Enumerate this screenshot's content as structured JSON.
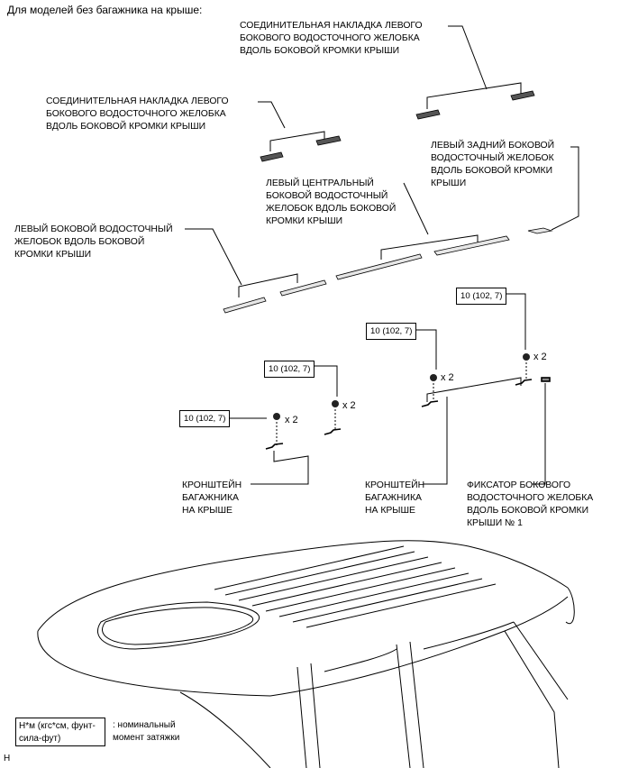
{
  "heading": "Для моделей без багажника на крыше:",
  "labels": {
    "joint_cover_upper": "СОЕДИНИТЕЛЬНАЯ НАКЛАДКА ЛЕВОГО\nБОКОВОГО ВОДОСТОЧНОГО ЖЕЛОБКА\nВДОЛЬ БОКОВОЙ КРОМКИ КРЫШИ",
    "joint_cover_lower": "СОЕДИНИТЕЛЬНАЯ НАКЛАДКА ЛЕВОГО\nБОКОВОГО ВОДОСТОЧНОГО ЖЕЛОБКА\nВДОЛЬ БОКОВОЙ КРОМКИ КРЫШИ",
    "rear_gutter": "ЛЕВЫЙ ЗАДНИЙ БОКОВОЙ\nВОДОСТОЧНЫЙ ЖЕЛОБОК\nВДОЛЬ БОКОВОЙ КРОМКИ\nКРЫШИ",
    "center_gutter": "ЛЕВЫЙ ЦЕНТРАЛЬНЫЙ\nБОКОВОЙ ВОДОСТОЧНЫЙ\nЖЕЛОБОК ВДОЛЬ БОКОВОЙ\nКРОМКИ КРЫШИ",
    "side_gutter": "ЛЕВЫЙ БОКОВОЙ ВОДОСТОЧНЫЙ\nЖЕЛОБОК ВДОЛЬ БОКОВОЙ\nКРОМКИ КРЫШИ",
    "bracket_left": "КРОНШТЕЙН\nБАГАЖНИКА\nНА КРЫШЕ",
    "bracket_right": "КРОНШТЕЙН\nБАГАЖНИКА\nНА КРЫШЕ",
    "retainer": "ФИКСАТОР БОКОВОГО\nВОДОСТОЧНОГО ЖЕЛОБКА\nВДОЛЬ БОКОВОЙ КРОМКИ\nКРЫШИ № 1"
  },
  "torque": {
    "t1": "10 (102, 7)",
    "t2": "10 (102, 7)",
    "t3": "10 (102, 7)",
    "t4": "10 (102, 7)"
  },
  "quantity": {
    "q1": "x 2",
    "q2": "x 2",
    "q3": "x 2",
    "q4": "x 2"
  },
  "legend": {
    "box": "Н*м (кгс*см, фунт-\nсила-фут)",
    "text": ": номинальный\nмомент затяжки"
  },
  "marker": "H",
  "colors": {
    "ink": "#000000",
    "part_fill": "#555555",
    "part_light": "#dddddd"
  }
}
